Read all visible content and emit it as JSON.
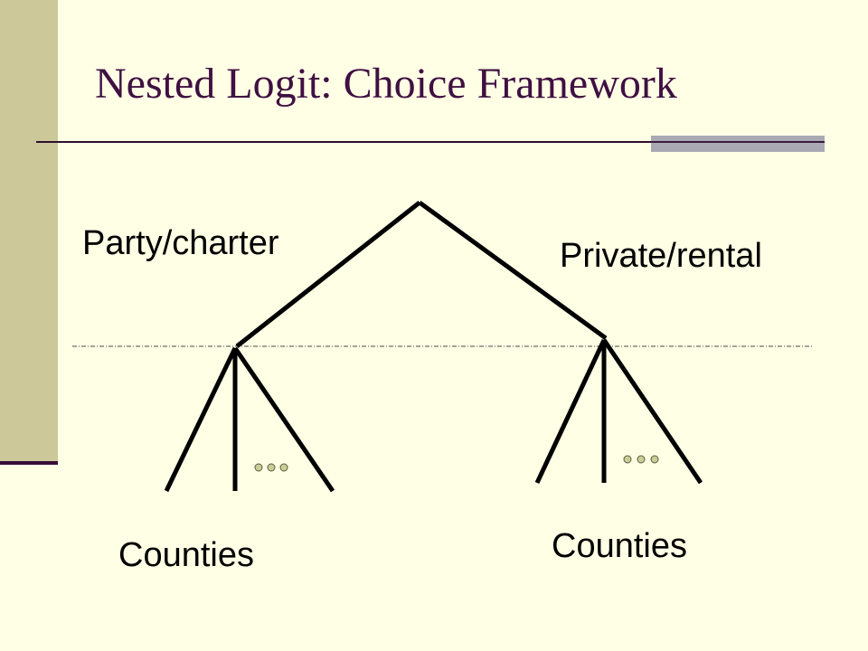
{
  "slide": {
    "title": "Nested Logit: Choice Framework",
    "colors": {
      "background": "#FFFFE5",
      "sidebar": "#CCC899",
      "title_text": "#3F1042",
      "rule": "#2E0F2E",
      "rule_accent": "#A9A9B3",
      "ellipsis_fill": "#C8CF96"
    }
  },
  "diagram": {
    "nest_labels": {
      "left": "Party/charter",
      "right": "Private/rental"
    },
    "leaf_labels": {
      "left": "Counties",
      "right": "Counties"
    },
    "ellipsis_count": 3
  }
}
